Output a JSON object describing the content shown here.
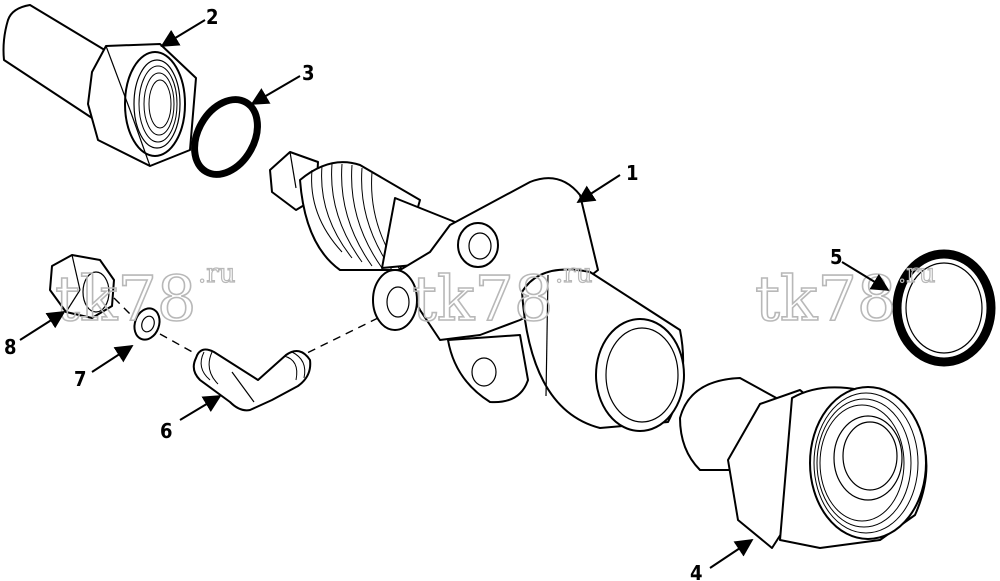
{
  "callouts": [
    "1",
    "2",
    "3",
    "4",
    "5",
    "6",
    "7",
    "8"
  ],
  "watermark": {
    "main": "tk78",
    "suffix": ".ru"
  },
  "colors": {
    "line": "#000000",
    "background": "#ffffff",
    "watermark": "#b8b8b8"
  }
}
